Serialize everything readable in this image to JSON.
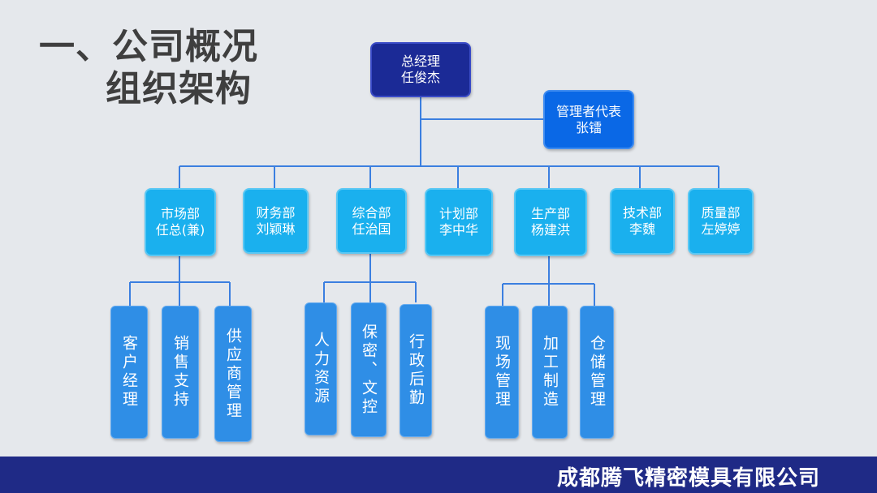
{
  "title": {
    "line1": "一、公司概况",
    "line2": "组织架构"
  },
  "org": {
    "gm": {
      "role": "总经理",
      "name": "任俊杰"
    },
    "rep": {
      "role": "管理者代表",
      "name": "张镭"
    },
    "departments": [
      {
        "dept": "市场部",
        "head": "任总(兼)"
      },
      {
        "dept": "财务部",
        "head": "刘颖琳"
      },
      {
        "dept": "综合部",
        "head": "任治国"
      },
      {
        "dept": "计划部",
        "head": "李中华"
      },
      {
        "dept": "生产部",
        "head": "杨建洪"
      },
      {
        "dept": "技术部",
        "head": "李魏"
      },
      {
        "dept": "质量部",
        "head": "左婷婷"
      }
    ],
    "sub_units": [
      "客户经理",
      "销售支持",
      "供应商管理",
      "人力资源",
      "保密、文控",
      "行政后勤",
      "现场管理",
      "加工制造",
      "仓储管理"
    ]
  },
  "footer": {
    "company": "成都腾飞精密模具有限公司"
  },
  "colors": {
    "gm": "#1b2a96",
    "rep": "#0a68e6",
    "dept": "#1ab0ee",
    "sub": "#2f8ee6",
    "footer": "#1f2a86"
  }
}
